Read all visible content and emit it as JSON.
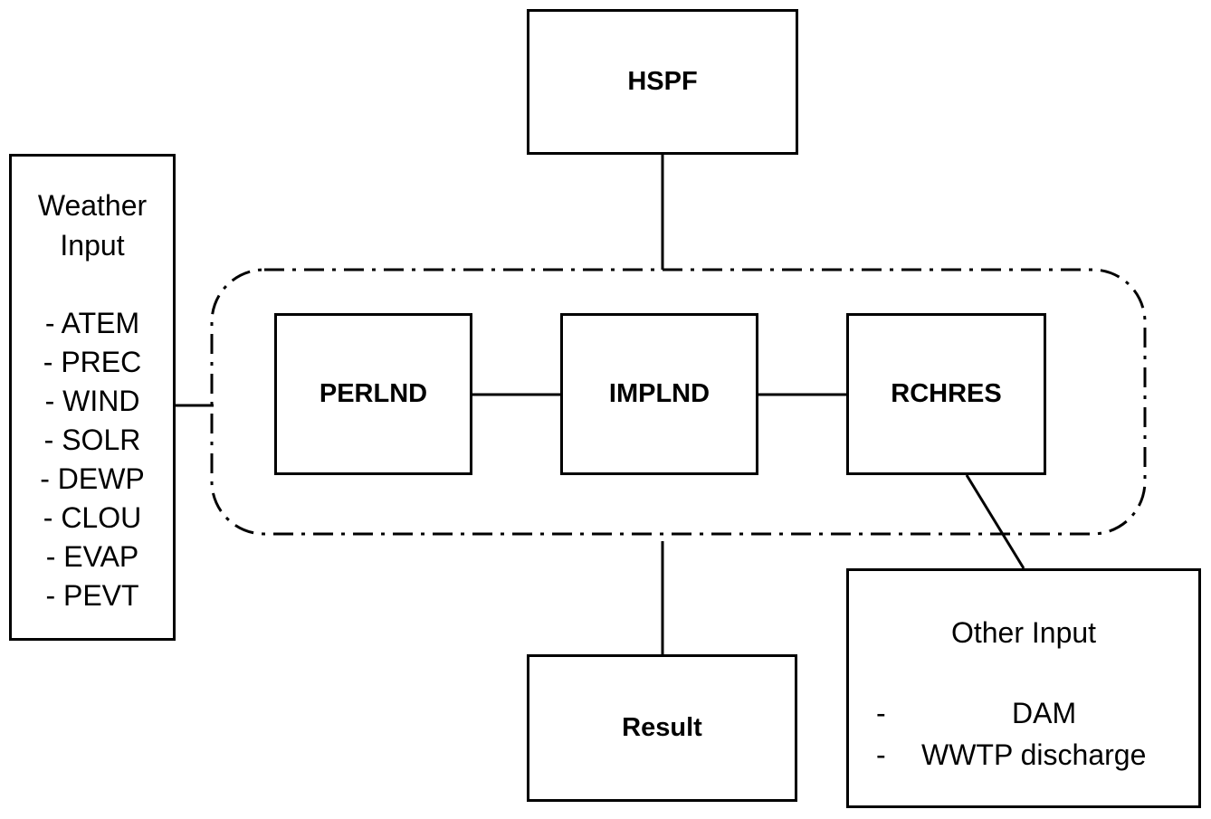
{
  "nodes": {
    "hspf": "HSPF",
    "perlnd": "PERLND",
    "implnd": "IMPLND",
    "rchres": "RCHRES",
    "result": "Result"
  },
  "weather_input": {
    "title_line1": "Weather",
    "title_line2": "Input",
    "items": [
      "- ATEM",
      "- PREC",
      "- WIND",
      "- SOLR",
      "- DEWP",
      "- CLOU",
      "- EVAP",
      "- PEVT"
    ]
  },
  "other_input": {
    "title": "Other Input",
    "items": [
      {
        "dash": "-",
        "text": "DAM"
      },
      {
        "dash": "-",
        "text": "WWTP discharge"
      }
    ]
  }
}
